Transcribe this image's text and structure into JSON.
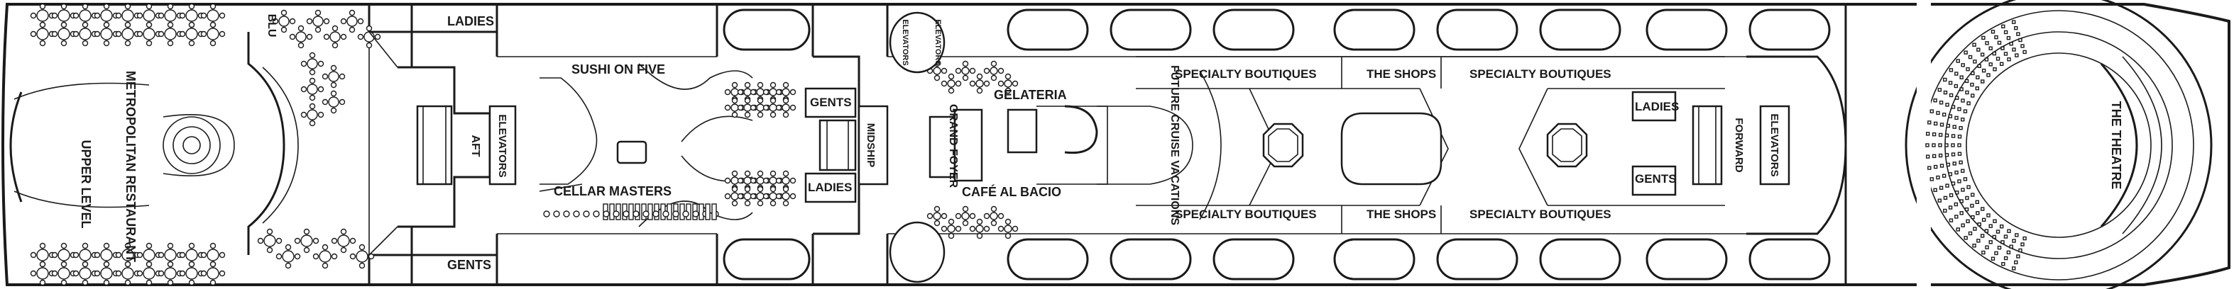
{
  "deck_plan": {
    "labels": {
      "upper_level": "UPPER LEVEL",
      "metropolitan_restaurant": "METROPOLITAN RESTAURANT",
      "blu": "BLU",
      "ladies_aft": "LADIES",
      "gents_aft": "GENTS",
      "aft": "AFT",
      "elevators_aft": "ELEVATORS",
      "sushi_on_five": "SUSHI ON FIVE",
      "cellar_masters": "CELLAR MASTERS",
      "gents_mid": "GENTS",
      "ladies_mid": "LADIES",
      "midship": "MIDSHIP",
      "elevators_mid_port": "ELEVATORS",
      "elevators_mid_starboard": "ELEVATORS",
      "gelateria": "GELATERIA",
      "grand_foyer": "GRAND FOYER",
      "cafe_al_bacio": "CAFÉ AL BACIO",
      "future_cruise_vacations": "FUTURE CRUISE VACATIONS",
      "specialty_boutiques_1": "SPECIALTY BOUTIQUES",
      "the_shops_1": "THE SHOPS",
      "specialty_boutiques_2": "SPECIALTY BOUTIQUES",
      "specialty_boutiques_3": "SPECIALTY BOUTIQUES",
      "the_shops_2": "THE SHOPS",
      "specialty_boutiques_4": "SPECIALTY BOUTIQUES",
      "ladies_fwd": "LADIES",
      "gents_fwd": "GENTS",
      "forward": "FORWARD",
      "elevators_fwd": "ELEVATORS",
      "the_theatre": "THE THEATRE"
    }
  }
}
